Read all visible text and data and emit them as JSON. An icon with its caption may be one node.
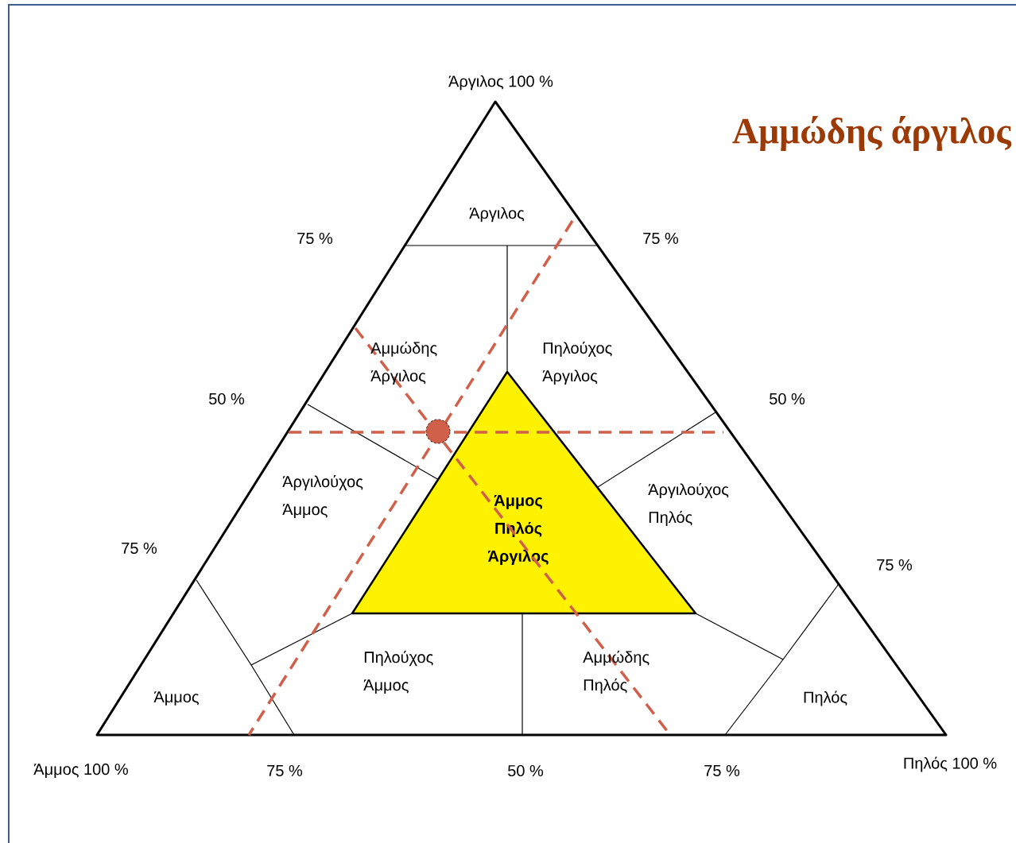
{
  "diagram": {
    "nodes": [
      {
        "text": [
          "Άμμος Πηλός Άργιλος"
        ]
      }
    ],
    "labels": [
      "Άργιλος 100 %",
      "Αμμώδης άργιλος",
      "Άργιλος",
      "75 %",
      "75 %",
      "Αμμώδης Άργιλος",
      "Πηλούχος Άργιλος",
      "50 %",
      "50 %",
      "Άργιλούχος Άμμος",
      "Άργιλούχος Πηλός",
      "75 %",
      "75 %",
      "Πηλούχος Άμμος",
      "Αμμώδης Πηλός",
      "Άμμος",
      "Πηλός",
      "Άμμος 100 %",
      "75 %",
      "50 %",
      "75 %",
      "Πηλός 100 %"
    ]
  }
}
